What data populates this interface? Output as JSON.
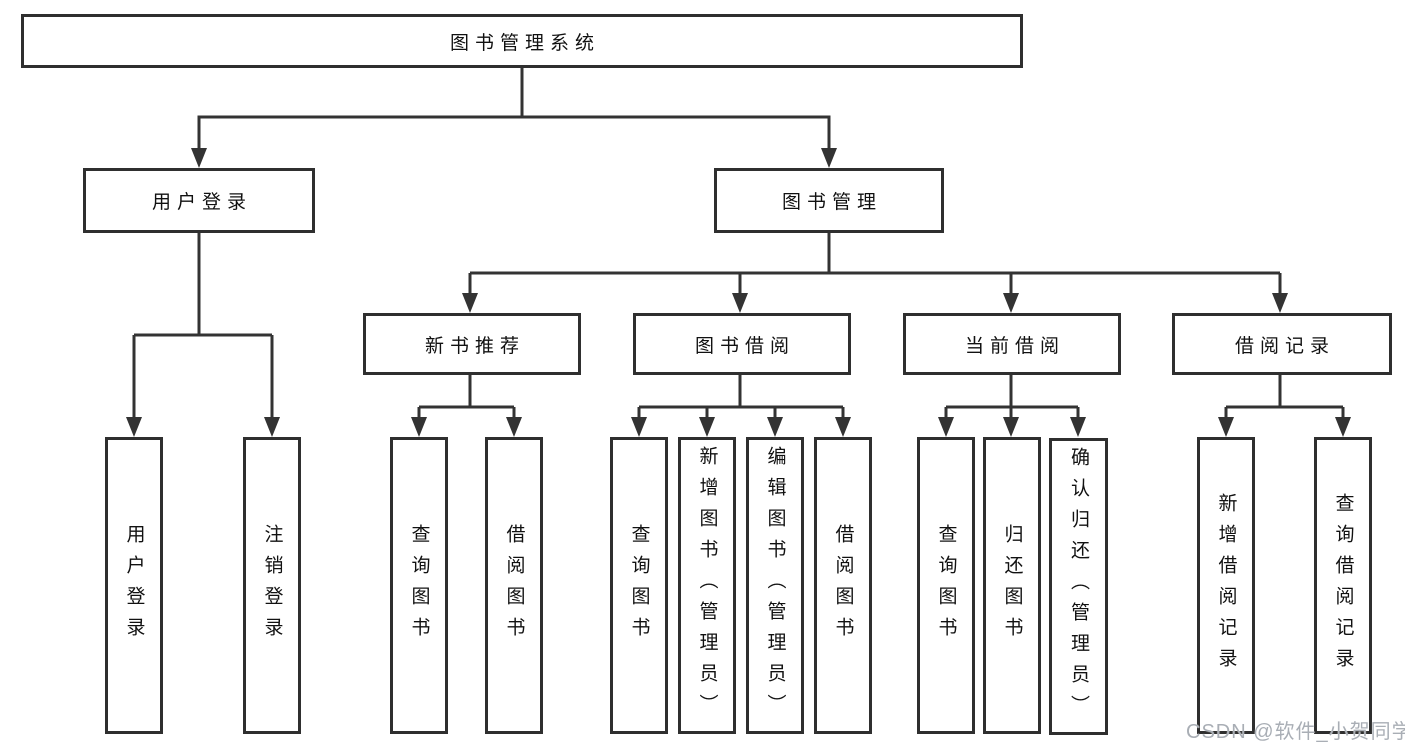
{
  "tree": {
    "root": "图书管理系统",
    "children": [
      {
        "label": "用户登录",
        "children": [
          {
            "label": "用户登录"
          },
          {
            "label": "注销登录"
          }
        ]
      },
      {
        "label": "图书管理",
        "children": [
          {
            "label": "新书推荐",
            "children": [
              {
                "label": "查询图书"
              },
              {
                "label": "借阅图书"
              }
            ]
          },
          {
            "label": "图书借阅",
            "children": [
              {
                "label": "查询图书"
              },
              {
                "label": "新增图书（管理员）"
              },
              {
                "label": "编辑图书（管理员）"
              },
              {
                "label": "借阅图书"
              }
            ]
          },
          {
            "label": "当前借阅",
            "children": [
              {
                "label": "查询图书"
              },
              {
                "label": "归还图书"
              },
              {
                "label": "确认归还（管理员）"
              }
            ]
          },
          {
            "label": "借阅记录",
            "children": [
              {
                "label": "新增借阅记录"
              },
              {
                "label": "查询借阅记录"
              }
            ]
          }
        ]
      }
    ]
  },
  "watermark": {
    "text": "CSDN @软件_小贺同学"
  },
  "colors": {
    "line": "#333333",
    "box_border": "#2f2f2f",
    "text": "#111111",
    "watermark": "#a9aeb5"
  }
}
